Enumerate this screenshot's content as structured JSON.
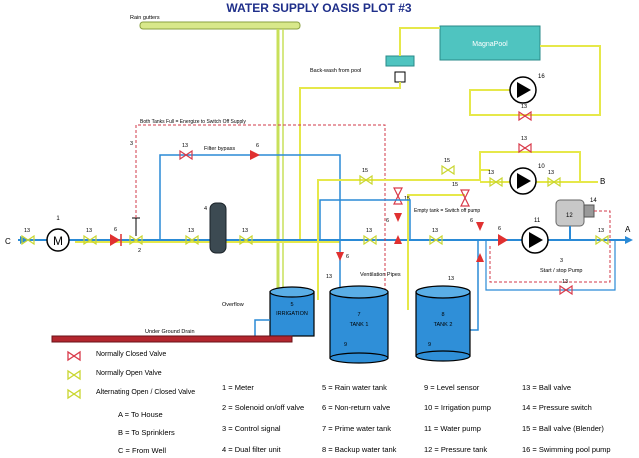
{
  "title": "WATER SUPPLY OASIS PLOT #3",
  "labels": {
    "rain_gutters": "Rain gutters",
    "magnapool": "MagnaPool",
    "backwash": "Back-wash from pool",
    "both_tanks_full": "Both Tanks Full = Energize to Switch Off Supply",
    "filter_bypass": "Filter bypass",
    "empty_tank": "Empty tank = Switch off pump",
    "ventilation": "Ventilation Pipes",
    "start_stop": "Start / stop Pump",
    "overflow": "Overflow",
    "underground_drain": "Under Ground Drain",
    "irrigation": "IRRIGATION",
    "tank1": "TANK 1",
    "tank2": "TANK 2",
    "end_a": "A",
    "end_b": "B",
    "end_c": "C"
  },
  "component_numbers": {
    "meter": "1",
    "solenoid": "2",
    "control_signal": "3",
    "dual_filter": "4",
    "rain_tank": "5",
    "non_return": "6",
    "prime_tank": "7",
    "backup_tank": "8",
    "level_sensor": "9",
    "irrigation_pump": "10",
    "water_pump": "11",
    "pressure_tank": "12",
    "ball_valve": "13",
    "pressure_switch": "14",
    "blender_valve": "15",
    "pool_pump": "16"
  },
  "valve_legend": [
    {
      "text": "Normally Closed Valve",
      "color": "#d93a4a"
    },
    {
      "text": "Normally Open Valve",
      "color": "#c9d630"
    },
    {
      "text": "Alternating Open / Closed Valve",
      "color": "#c9d630"
    }
  ],
  "destinations": [
    "A = To House",
    "B = To Sprinklers",
    "C = From Well"
  ],
  "legend": [
    "1 = Meter",
    "2 = Solenoid on/off valve",
    "3 = Control signal",
    "4 = Dual filter unit",
    "5 = Rain water tank",
    "6 = Non-return valve",
    "7 = Prime water tank",
    "8 = Backup water tank",
    "9 = Level sensor",
    "10 = Irrigation pump",
    "11 = Water pump",
    "12 = Pressure tank",
    "13 = Ball valve",
    "14 = Pressure switch",
    "15 = Ball valve (Blender)",
    "16 = Swimming pool pump"
  ],
  "colors": {
    "title": "#1f2f8a",
    "water_blue": "#2a8ad6",
    "supply_yellow": "#e6e84a",
    "rain_green": "#c8e05a",
    "signal_red": "#d23a4a",
    "tank_blue": "#2f8fd8",
    "pool_teal": "#4fc4c0",
    "drain_red": "#b3262e"
  }
}
